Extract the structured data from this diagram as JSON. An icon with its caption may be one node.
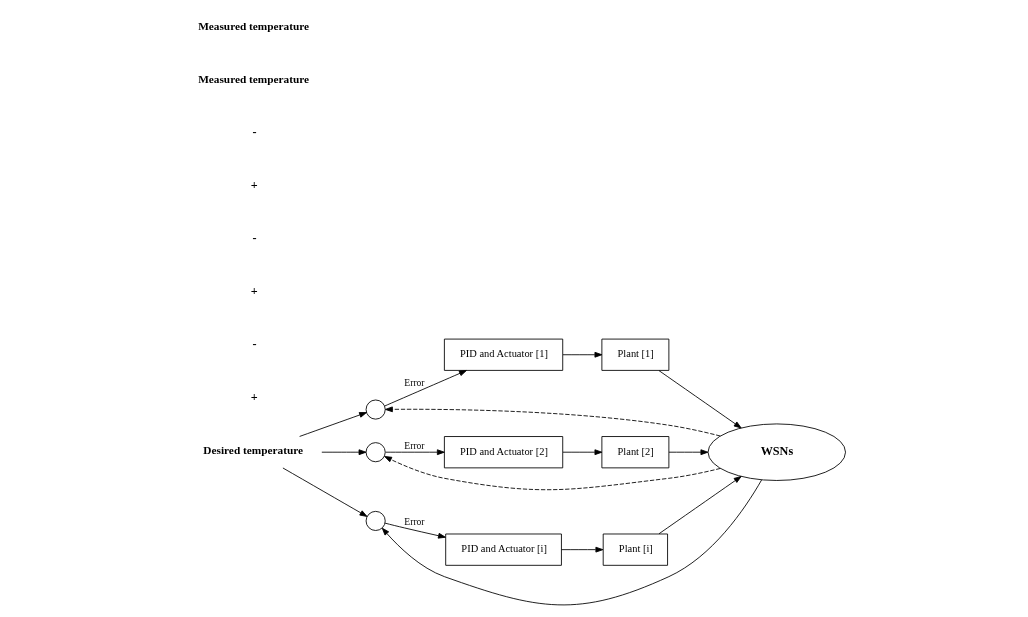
{
  "diagram": {
    "nodes": [
      {
        "text": [
          "Desired temperature"
        ]
      },
      {
        "text": [],
        "shape": "circle"
      },
      {
        "text": [
          "PID and Actuator [1]"
        ]
      },
      {
        "text": [
          "Plant [1]"
        ]
      },
      {
        "text": [],
        "shape": "circle"
      },
      {
        "text": [
          "PID and Actuator [2]"
        ]
      },
      {
        "text": [
          "Plant [2]"
        ]
      },
      {
        "text": [],
        "shape": "circle"
      },
      {
        "text": [
          "PID and Actuator [i]"
        ]
      },
      {
        "text": [
          "Plant [i]"
        ]
      },
      {
        "text": [
          "WSNs"
        ]
      }
    ],
    "edges": [
      {
        "from": 0,
        "to": 1,
        "arrow": "to"
      },
      {
        "from": 0,
        "to": 4,
        "arrow": "to"
      },
      {
        "from": 0,
        "to": 7,
        "arrow": "to"
      },
      {
        "from": 1,
        "to": 2,
        "arrow": "to",
        "label": "Error"
      },
      {
        "from": 2,
        "to": 3,
        "arrow": "to"
      },
      {
        "from": 4,
        "to": 5,
        "arrow": "to",
        "label": "Error"
      },
      {
        "from": 5,
        "to": 6,
        "arrow": "to"
      },
      {
        "from": 7,
        "to": 8,
        "arrow": "to",
        "label": "Error"
      },
      {
        "from": 8,
        "to": 9,
        "arrow": "to"
      },
      {
        "from": 3,
        "to": 10,
        "arrow": "to"
      },
      {
        "from": 6,
        "to": 10,
        "arrow": "to"
      },
      {
        "from": 9,
        "to": 10,
        "arrow": "to"
      },
      {
        "from": 10,
        "to": 7,
        "arrow": "to"
      },
      {
        "from": 10,
        "to": 4,
        "arrow": "to",
        "style": "dashed"
      },
      {
        "from": 10,
        "to": 1,
        "arrow": "to",
        "style": "dashed"
      }
    ],
    "labels": [
      "+",
      "-",
      "+",
      "-",
      "+",
      "-",
      "Measured temperature",
      "Measured temperature"
    ]
  }
}
